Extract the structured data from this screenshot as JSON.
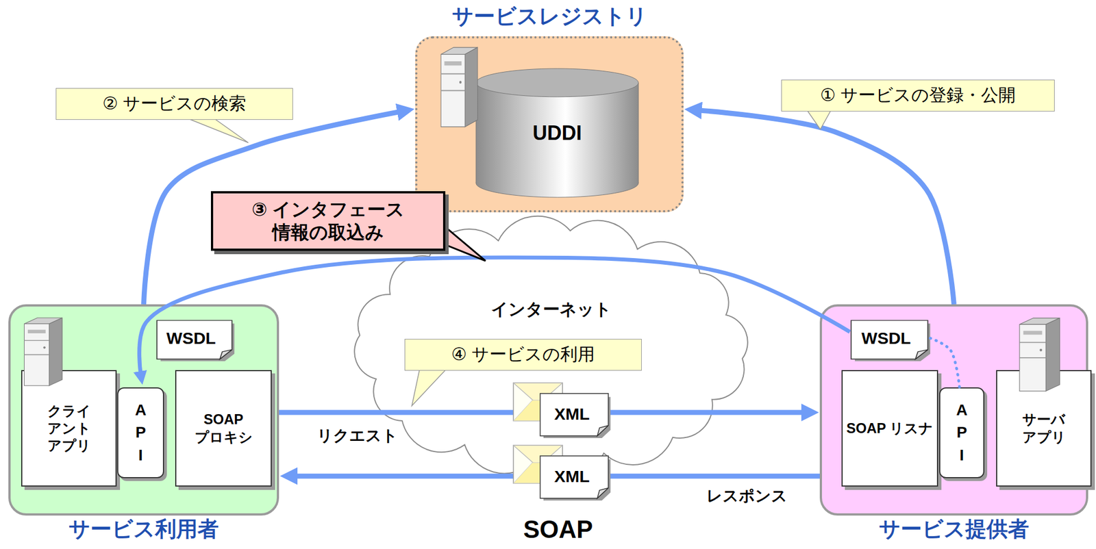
{
  "diagram": {
    "nodes": [
      {
        "text": [
          "サービスレジストリ"
        ]
      },
      {
        "text": [
          "UDDI"
        ],
        "in": 0
      },
      {
        "text": [
          "サービス利用者"
        ]
      },
      {
        "text": [
          "WSDL"
        ],
        "in": 2
      },
      {
        "text": [
          "クライ アント アプリ"
        ],
        "in": 2
      },
      {
        "text": [
          "A P I"
        ],
        "in": 2
      },
      {
        "text": [
          "SOAP プロキシ"
        ],
        "in": 2
      },
      {
        "text": [
          "サービス提供者"
        ]
      },
      {
        "text": [
          "WSDL"
        ],
        "in": 7
      },
      {
        "text": [
          "SOAP リスナ"
        ],
        "in": 7
      },
      {
        "text": [
          "A P I"
        ],
        "in": 7
      },
      {
        "text": [
          "サーバ アプリ"
        ],
        "in": 7
      },
      {
        "text": [
          "インターネット"
        ]
      }
    ],
    "edges": [
      {
        "from": 7,
        "to": 0,
        "arrow": "to"
      },
      {
        "from": 2,
        "to": 0,
        "arrow": "to"
      },
      {
        "from": 8,
        "to": 5,
        "arrow": "to"
      },
      {
        "from": 8,
        "to": 10,
        "arrow": "none"
      },
      {
        "from": 2,
        "to": 7,
        "label": "リクエスト",
        "arrow": "to"
      },
      {
        "from": 7,
        "to": 2,
        "label": "レスポンス",
        "arrow": "to"
      }
    ],
    "labels": [
      "① サービスの登録・公開",
      "② サービスの検索",
      "③ インタフェース 情報の取込み",
      "④ サービスの利用",
      "XML",
      "XML",
      "SOAP"
    ]
  }
}
